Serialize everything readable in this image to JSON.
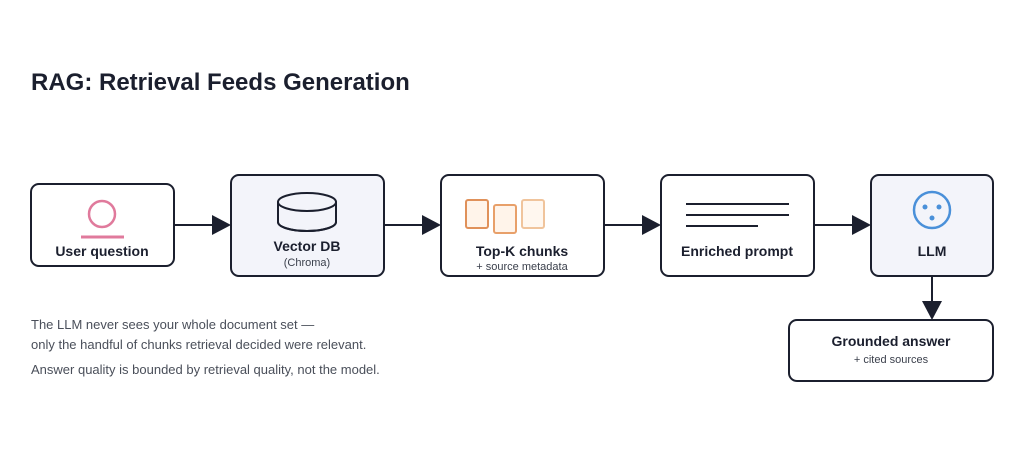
{
  "title": "RAG: Retrieval Feeds Generation",
  "colors": {
    "ink": "#1b1f2e",
    "node_fill_plain": "#ffffff",
    "node_fill_shaded": "#f3f4fa",
    "user_icon": "#e07a9c",
    "chunk_icon": "#e8a06a",
    "llm_icon": "#4a90d9"
  },
  "nodes": {
    "user_question": {
      "label": "User question",
      "icon": "person-icon"
    },
    "vector_db": {
      "label": "Vector DB",
      "sub": "(Chroma)",
      "icon": "database-icon"
    },
    "top_k": {
      "label": "Top-K chunks",
      "sub": "+ source metadata",
      "icon": "document-chunks-icon"
    },
    "enriched_prompt": {
      "label": "Enriched prompt",
      "icon": "text-lines-icon"
    },
    "llm": {
      "label": "LLM",
      "icon": "llm-icon"
    },
    "grounded_answer": {
      "label": "Grounded answer",
      "sub": "+ cited sources"
    }
  },
  "notes": {
    "line1": "The LLM never sees your whole document set —",
    "line2": "only the handful of chunks retrieval decided were relevant.",
    "line3": "Answer quality is bounded by retrieval quality, not the model."
  }
}
